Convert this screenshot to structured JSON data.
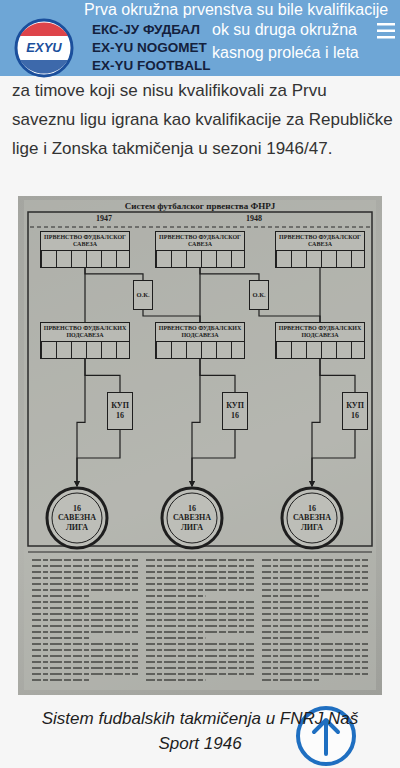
{
  "diagram": {
    "title": "Систем футбалског првенства ФНРЈ",
    "caption": "Sistem fudbalskih takmičenja u FNRJ Naš Sport 1946",
    "nodes": [
      {
        "text": [
          "ПРВЕНСТВО ФУДБАЛСКОГ САВЕЗА"
        ]
      },
      {
        "text": [
          "ПРВЕНСТВО ФУДБАЛСКОГ САВЕЗА"
        ]
      },
      {
        "text": [
          "ПРВЕНСТВО ФУДБАЛСКОГ САВЕЗА"
        ]
      },
      {
        "text": [
          "О.К."
        ]
      },
      {
        "text": [
          "О.К."
        ]
      },
      {
        "text": [
          "ПРВЕНСТВО ФУДБАЛСКИХ ПОДСАВЕЗА"
        ]
      },
      {
        "text": [
          "ПРВЕНСТВО ФУДБАЛСКИХ ПОДСАВЕЗА"
        ]
      },
      {
        "text": [
          "ПРВЕНСТВО ФУДБАЛСКИХ ПОДСАВЕЗА"
        ]
      },
      {
        "text": [
          "КУП",
          "16"
        ]
      },
      {
        "text": [
          "КУП",
          "16"
        ]
      },
      {
        "text": [
          "КУП",
          "16"
        ]
      },
      {
        "text": [
          "16",
          "САВЕЗНА ЛИГА"
        ]
      },
      {
        "text": [
          "16",
          "САВЕЗНА ЛИГА"
        ]
      },
      {
        "text": [
          "16",
          "САВЕЗНА ЛИГА"
        ]
      }
    ],
    "edges": [
      {
        "from": 0,
        "to": 5,
        "arrow": "none"
      },
      {
        "from": 1,
        "to": 6,
        "arrow": "none"
      },
      {
        "from": 2,
        "to": 7,
        "arrow": "none"
      },
      {
        "from": 0,
        "to": 3,
        "arrow": "none"
      },
      {
        "from": 3,
        "to": 6,
        "arrow": "none"
      },
      {
        "from": 1,
        "to": 4,
        "arrow": "none"
      },
      {
        "from": 4,
        "to": 7,
        "arrow": "none"
      },
      {
        "from": 5,
        "to": 8,
        "arrow": "none"
      },
      {
        "from": 6,
        "to": 9,
        "arrow": "none"
      },
      {
        "from": 7,
        "to": 10,
        "arrow": "none"
      },
      {
        "from": 8,
        "to": 11,
        "arrow": "to"
      },
      {
        "from": 9,
        "to": 12,
        "arrow": "to"
      },
      {
        "from": 10,
        "to": 13,
        "arrow": "to"
      },
      {
        "from": 5,
        "to": 11,
        "arrow": "to"
      },
      {
        "from": 6,
        "to": 12,
        "arrow": "to"
      },
      {
        "from": 7,
        "to": 13,
        "arrow": "to"
      }
    ],
    "labels": [
      "EXYU",
      "ЕКС-ЈУ ФУДБАЛ",
      "EX-YU NOGOMET",
      "EX-YU FOOTBALL",
      "Prva okružna prvenstva su bile kvalifikacije",
      "ok su druga okružna",
      "kasnog proleća i leta",
      "za timove koji se nisu kvalifikovali za Prvu saveznu ligu igrana kao kvalifikacije za Republičke lige i Zonska takmičenja u sezoni 1946/47.",
      "1947",
      "1948"
    ]
  }
}
